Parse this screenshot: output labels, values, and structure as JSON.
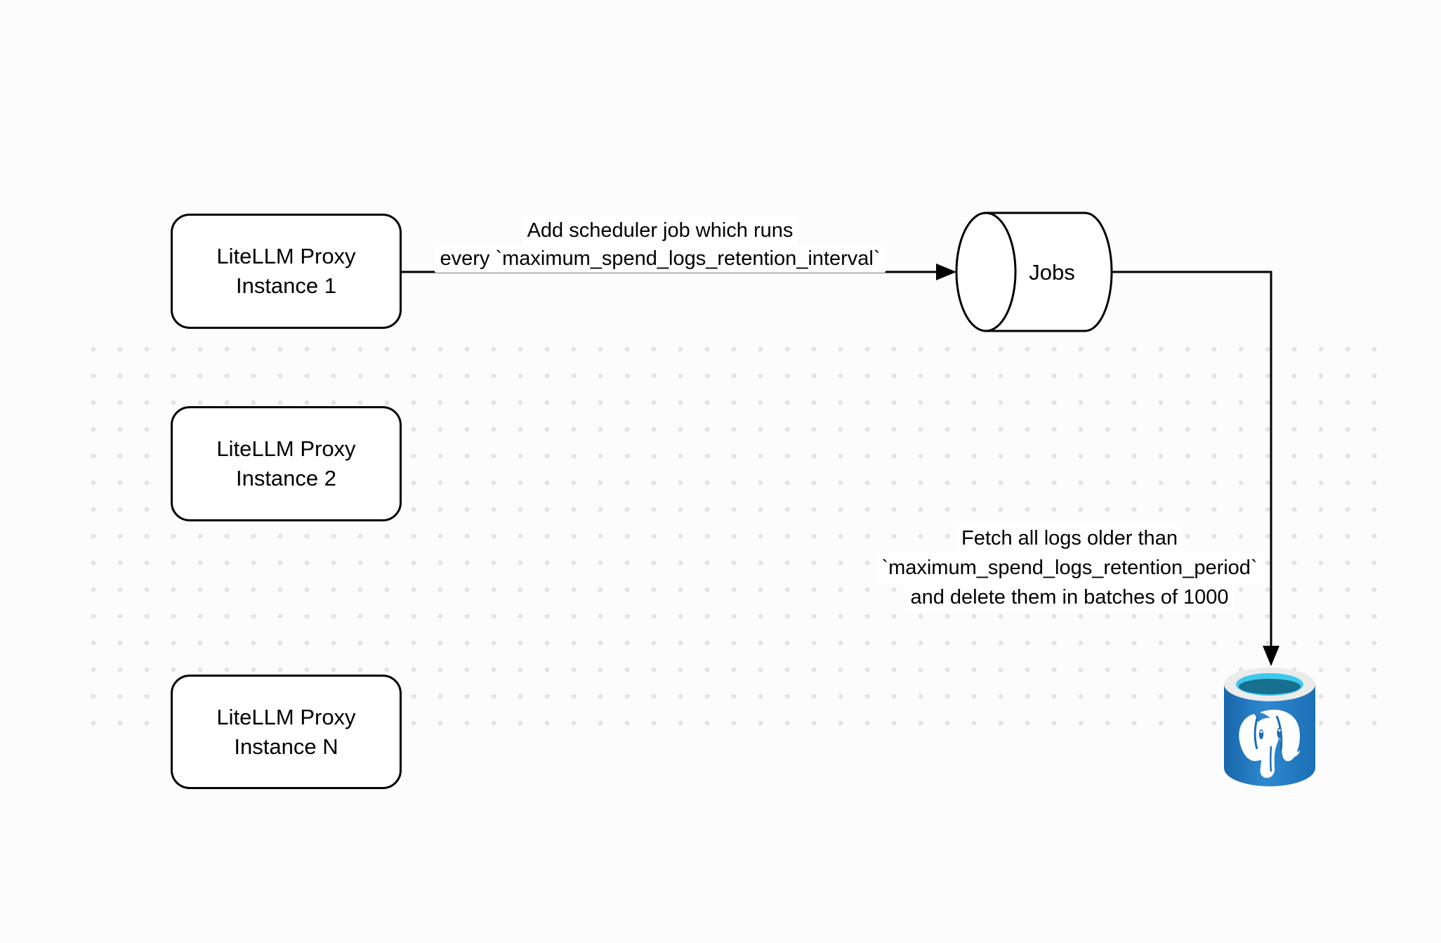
{
  "canvas": {
    "background_color": "#FCFCFC",
    "dot_color": "#E3E3E3",
    "stroke_color": "#000000",
    "node_fill_color": "#FFFFFF"
  },
  "boxes": [
    {
      "id": "litellm-proxy-instance-1",
      "lines": [
        "LiteLLM Proxy",
        "Instance 1"
      ]
    },
    {
      "id": "litellm-proxy-instance-2",
      "lines": [
        "LiteLLM Proxy",
        "Instance 2"
      ]
    },
    {
      "id": "litellm-proxy-instance-n",
      "lines": [
        "LiteLLM Proxy",
        "Instance N"
      ]
    }
  ],
  "queue": {
    "label": "Jobs"
  },
  "edges": {
    "scheduler": {
      "lines": [
        "Add scheduler job which runs",
        "every `maximum_spend_logs_retention_interval`"
      ]
    },
    "cleanup": {
      "lines": [
        "Fetch all logs older than",
        "`maximum_spend_logs_retention_period`",
        "and delete them in batches of 1000"
      ]
    }
  },
  "database": {
    "icon": "postgresql-elephant-database-icon",
    "colors": {
      "body_blue_dark": "#1765A8",
      "body_blue_light": "#2F89D1",
      "rim": "#EBEBEB",
      "water_light": "#3EC8EC",
      "water_dark": "#17708F",
      "elephant": "#FFFFFF",
      "detail_blue": "#1B6DB5"
    }
  }
}
